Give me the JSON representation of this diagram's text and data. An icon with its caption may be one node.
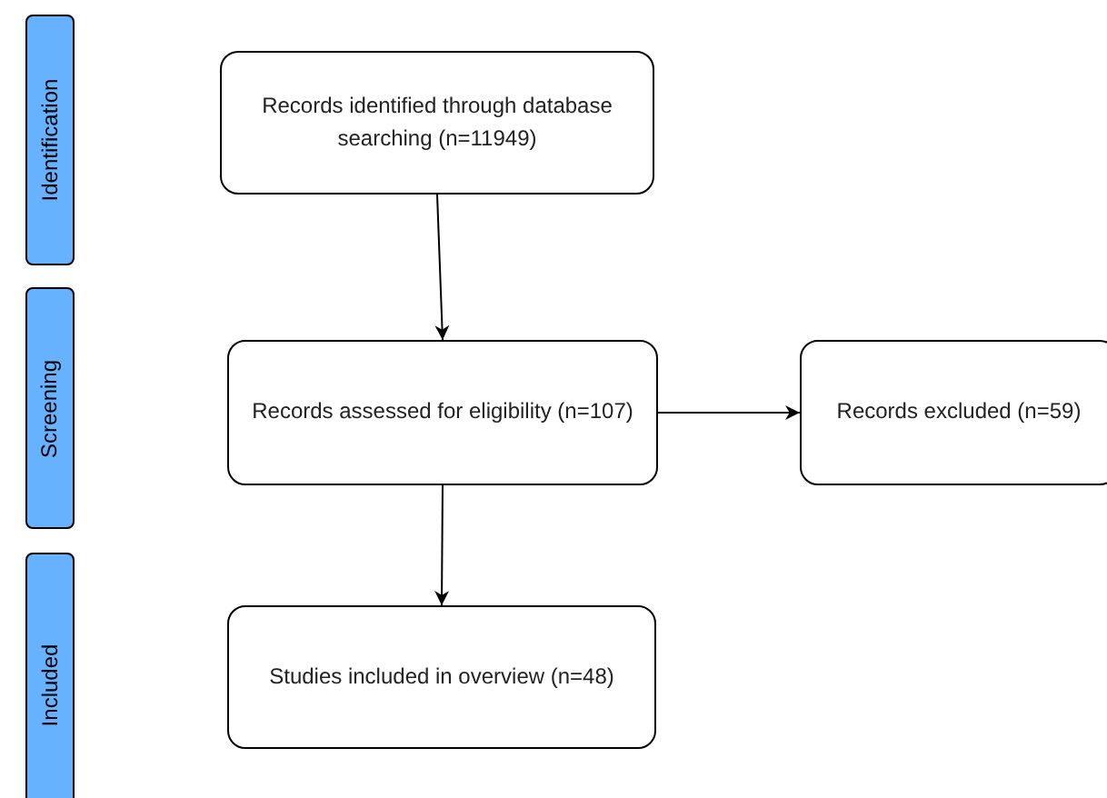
{
  "diagram": {
    "nodes": [
      {
        "text": [
          "Identification"
        ]
      },
      {
        "text": [
          "Screening"
        ]
      },
      {
        "text": [
          "Included"
        ]
      },
      {
        "text": [
          "Records identified through database searching (n=11949)"
        ]
      },
      {
        "text": [
          "Records assessed for eligibility (n=107)"
        ]
      },
      {
        "text": [
          "Records excluded (n=59)"
        ]
      },
      {
        "text": [
          "Studies included in overview (n=48)"
        ]
      }
    ],
    "edges": [
      {
        "from": 3,
        "to": 4,
        "arrow": "to"
      },
      {
        "from": 4,
        "to": 5,
        "arrow": "to"
      },
      {
        "from": 4,
        "to": 6,
        "arrow": "to"
      }
    ]
  }
}
